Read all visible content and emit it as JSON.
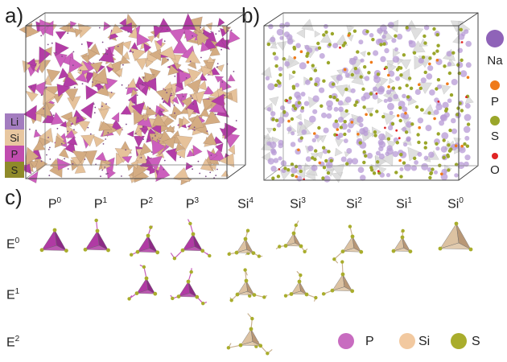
{
  "panels": {
    "a": "a)",
    "b": "b)",
    "c": "c)"
  },
  "legend_a": [
    {
      "label": "Li",
      "color": "#a37cbf"
    },
    {
      "label": "Si",
      "color": "#e8c7a0"
    },
    {
      "label": "P",
      "color": "#c04cae"
    },
    {
      "label": "S",
      "color": "#8f8a2a"
    }
  ],
  "legend_b": [
    {
      "label": "Na",
      "color": "#8f63b8"
    },
    {
      "label": "P",
      "color": "#ef7a1a"
    },
    {
      "label": "S",
      "color": "#9aa62a"
    },
    {
      "label": "O",
      "color": "#e02424"
    }
  ],
  "columns": [
    {
      "base": "P",
      "sup": "0"
    },
    {
      "base": "P",
      "sup": "1"
    },
    {
      "base": "P",
      "sup": "2"
    },
    {
      "base": "P",
      "sup": "3"
    },
    {
      "base": "Si",
      "sup": "4"
    },
    {
      "base": "Si",
      "sup": "3"
    },
    {
      "base": "Si",
      "sup": "2"
    },
    {
      "base": "Si",
      "sup": "1"
    },
    {
      "base": "Si",
      "sup": "0"
    }
  ],
  "rows": [
    {
      "base": "E",
      "sup": "0"
    },
    {
      "base": "E",
      "sup": "1"
    },
    {
      "base": "E",
      "sup": "2"
    }
  ],
  "bottom_legend": [
    {
      "label": "P",
      "color": "#c86cc0"
    },
    {
      "label": "Si",
      "color": "#f2c9a0"
    },
    {
      "label": "S",
      "color": "#a9ad2c"
    }
  ]
}
